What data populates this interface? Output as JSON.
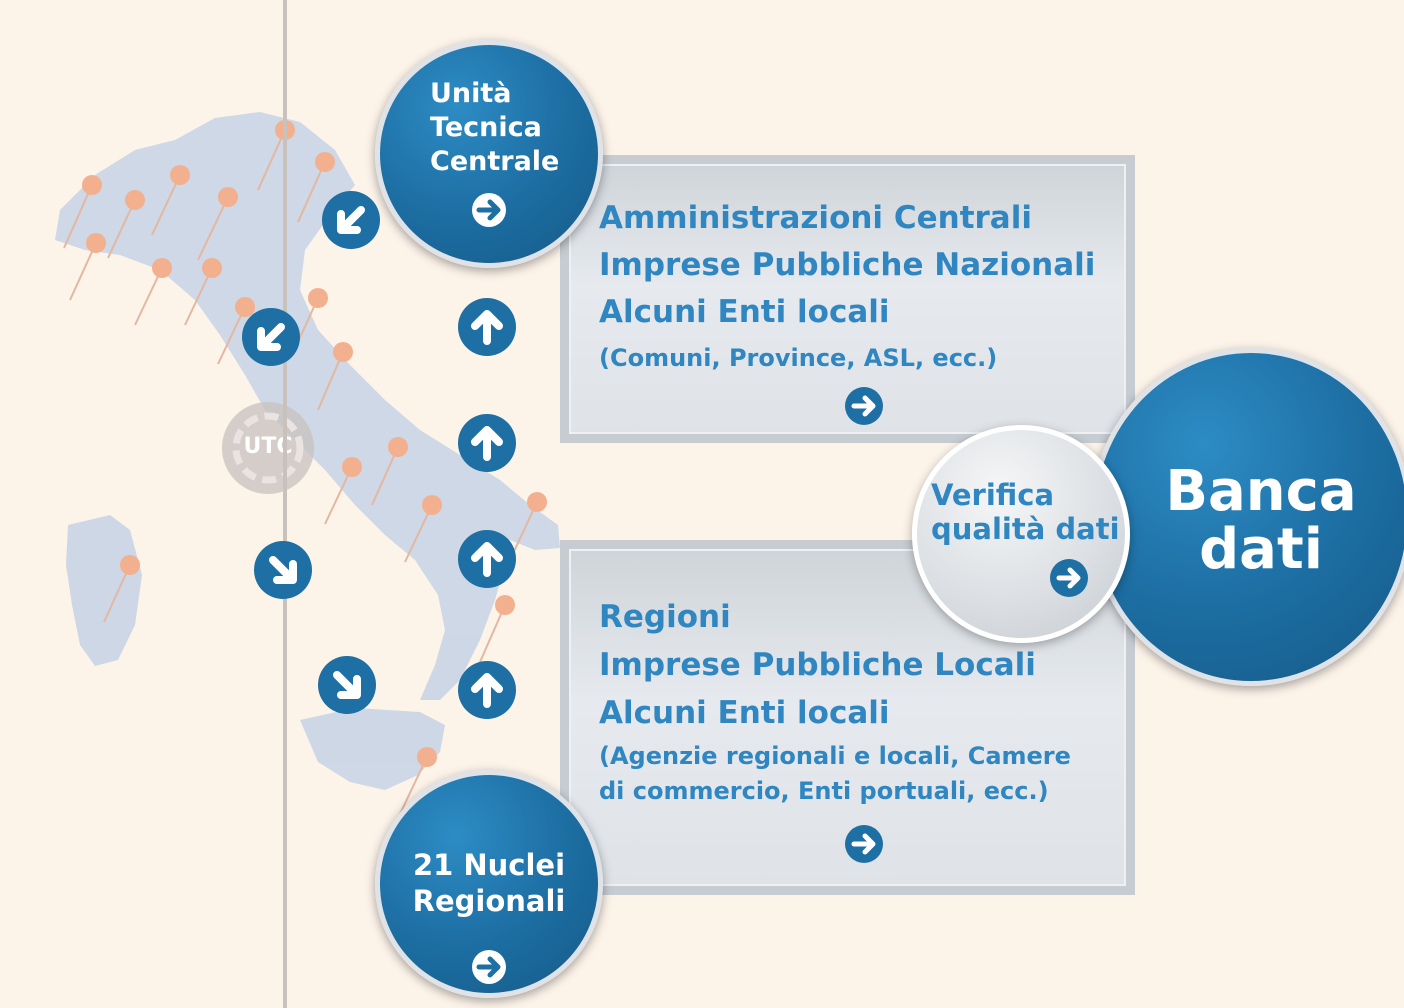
{
  "unita": {
    "lines": [
      "Unità",
      "Tecnica",
      "Centrale"
    ]
  },
  "nuclei": {
    "lines": [
      "21 Nuclei",
      "Regionali"
    ]
  },
  "utc_label": "UTC",
  "top_panel": {
    "lines": [
      "Amministrazioni Centrali",
      "Imprese Pubbliche Nazionali",
      "Alcuni Enti locali"
    ],
    "note": "(Comuni, Province, ASL, ecc.)"
  },
  "bottom_panel": {
    "lines": [
      "Regioni",
      "Imprese Pubbliche Locali",
      "Alcuni Enti locali"
    ],
    "note_lines": [
      "(Agenzie regionali e locali, Camere",
      "di commercio,  Enti portuali, ecc.)"
    ]
  },
  "verifica": {
    "lines": [
      "Verifica",
      "qualità dati"
    ]
  },
  "banca": {
    "lines": [
      "Banca",
      "dati"
    ]
  },
  "colors": {
    "accent_blue": "#1d6fa4",
    "text_blue": "#2f86c0",
    "background": "#fcf3e9",
    "panel_grey": "#d9dde1",
    "pin_orange": "#f2b08f",
    "map_blue": "#c9d5e6"
  },
  "icons": {
    "arrow_button": "circle-arrow-icon",
    "right_arrow": "right-arrow-icon",
    "map": "italy-map",
    "pin": "pin-icon"
  }
}
